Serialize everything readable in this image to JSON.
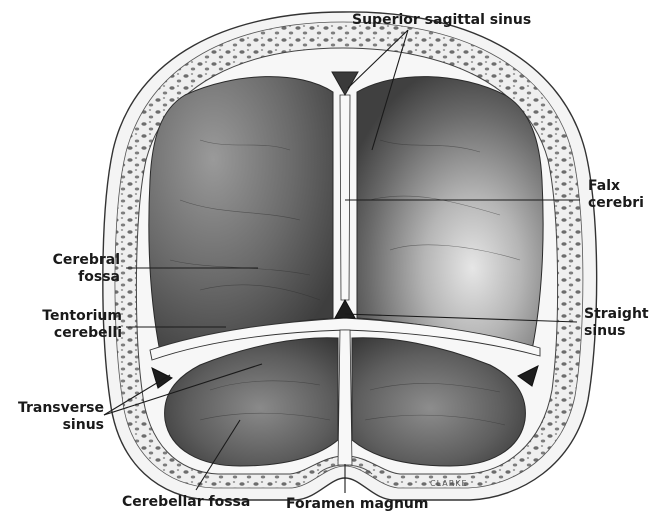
{
  "labels": {
    "superior_sagittal_sinus": "Superior sagittal sinus",
    "falx_cerebri_line1": "Falx",
    "falx_cerebri_line2": "cerebri",
    "cerebral_fossa_line1": "Cerebral",
    "cerebral_fossa_line2": "fossa",
    "straight_sinus_line1": "Straight",
    "straight_sinus_line2": "sinus",
    "tentorium_line1": "Tentorium",
    "tentorium_line2": "cerebelli",
    "transverse_sinus_line1": "Transverse",
    "transverse_sinus_line2": "sinus",
    "cerebellar_fossa": "Cerebellar fossa",
    "foramen_magnum": "Foramen magnum"
  },
  "artist_signature": "CLARKE",
  "colors": {
    "fossa_fill": "#6e6e6e",
    "fossa_dark": "#4a4a4a",
    "fossa_light": "#c9c9c9",
    "bone": "#f2f2f2",
    "diploe": "#7a7a7a",
    "membrane": "#f7f7f7",
    "leader": "#1a1a1a"
  }
}
